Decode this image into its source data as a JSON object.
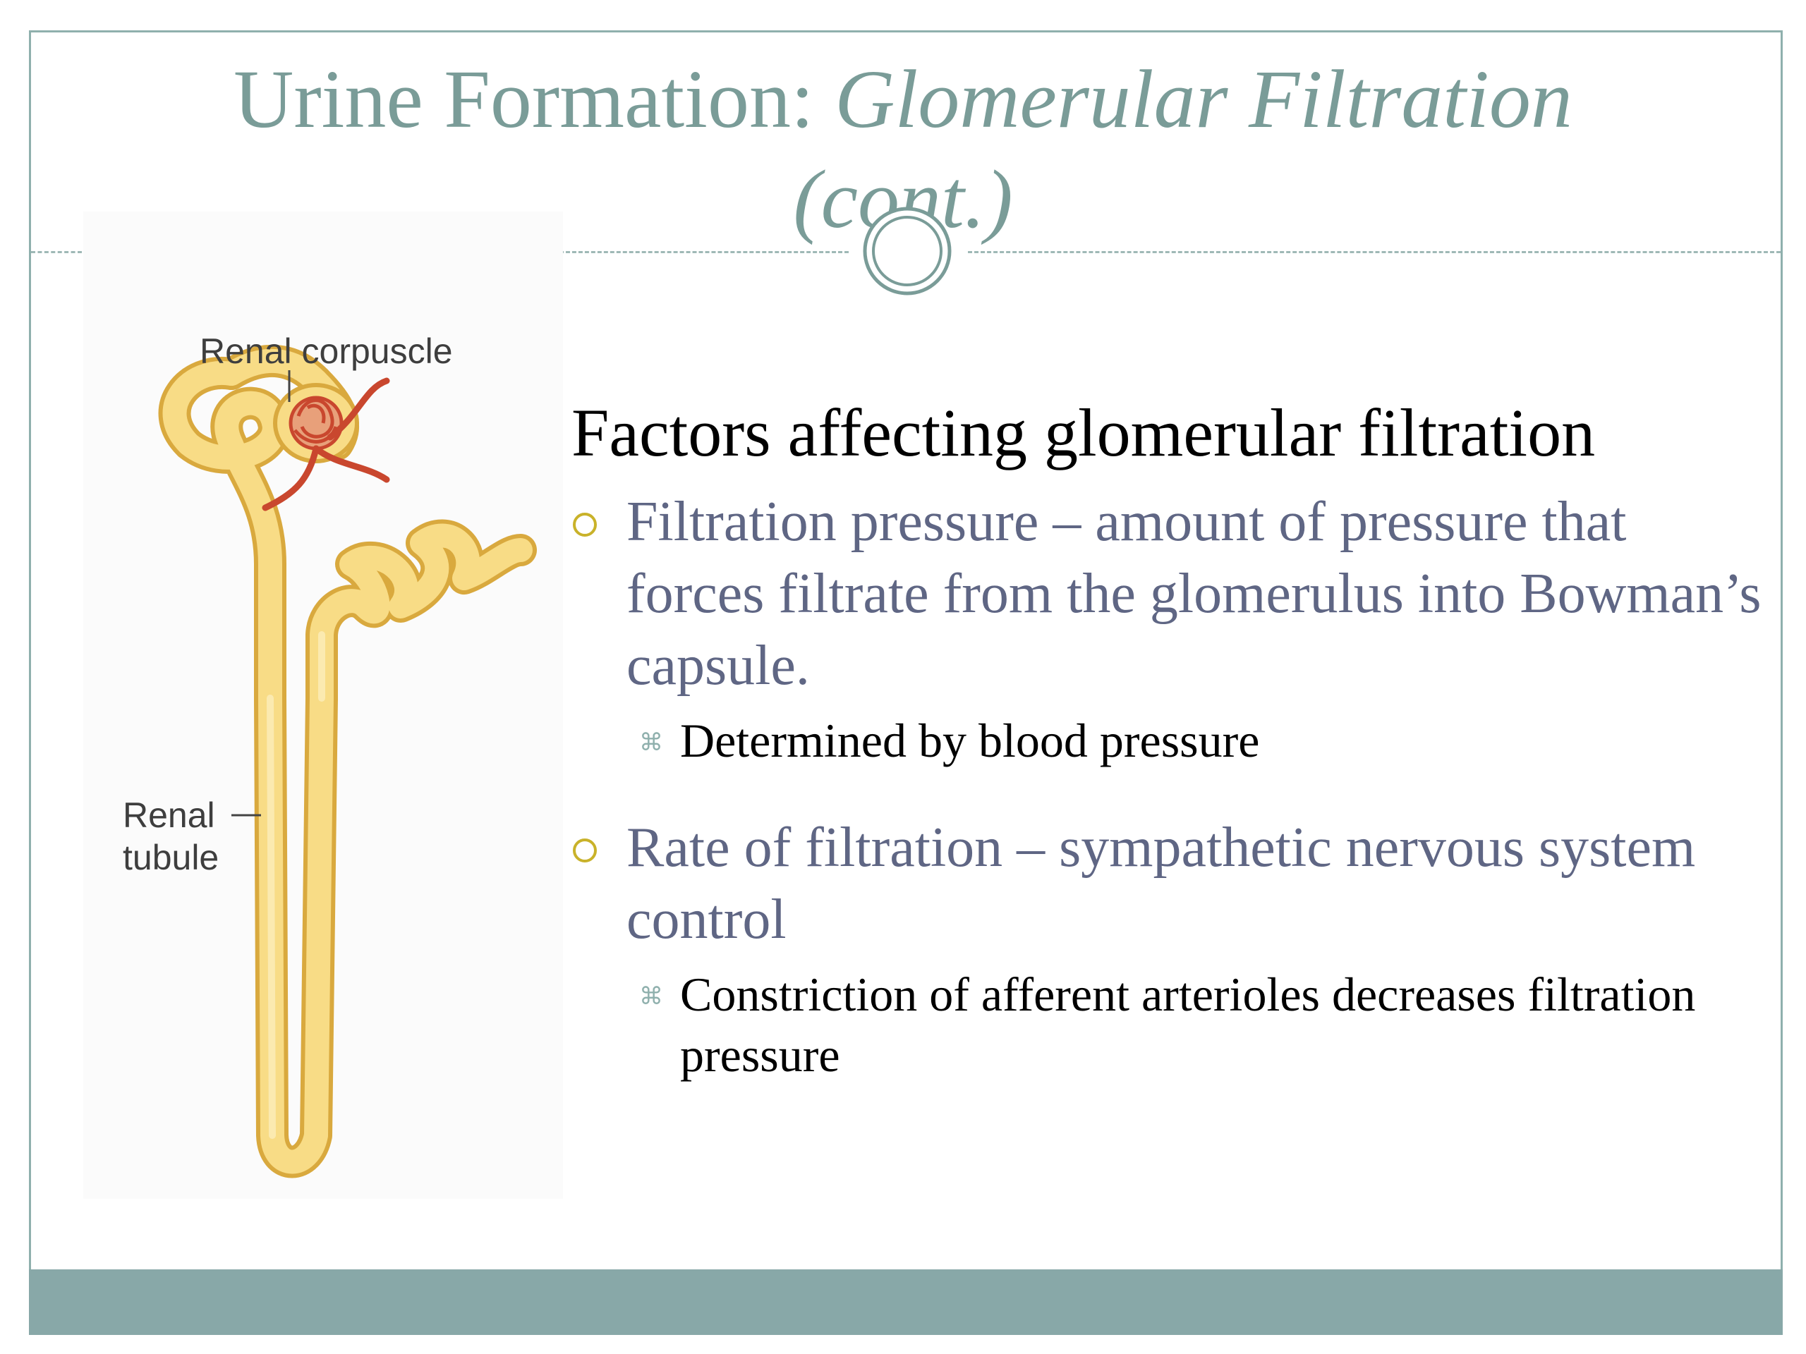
{
  "slide": {
    "title_plain": "Urine Formation: ",
    "title_italic": "Glomerular Filtration (cont.)",
    "colors": {
      "title": "#7a9c98",
      "frame": "#8fb0ad",
      "footer_band": "#88a8a8",
      "bullet_text": "#5f6684",
      "bullet_marker": "#c9b22a",
      "tubule_fill": "#f6d77e",
      "glomerulus": "#c9472e"
    }
  },
  "figure": {
    "label_corpuscle": "Renal corpuscle",
    "label_tubule_line1": "Renal",
    "label_tubule_line2": "tubule"
  },
  "content": {
    "heading": "Factors affecting glomerular filtration",
    "bullets": [
      {
        "text": "Filtration pressure – amount of pressure that forces filtrate from the glomerulus into Bowman’s capsule.",
        "sub": "Determined by blood pressure"
      },
      {
        "text": "Rate of filtration – sympathetic nervous system control",
        "sub": "Constriction of afferent arterioles decreases filtration pressure"
      }
    ]
  }
}
